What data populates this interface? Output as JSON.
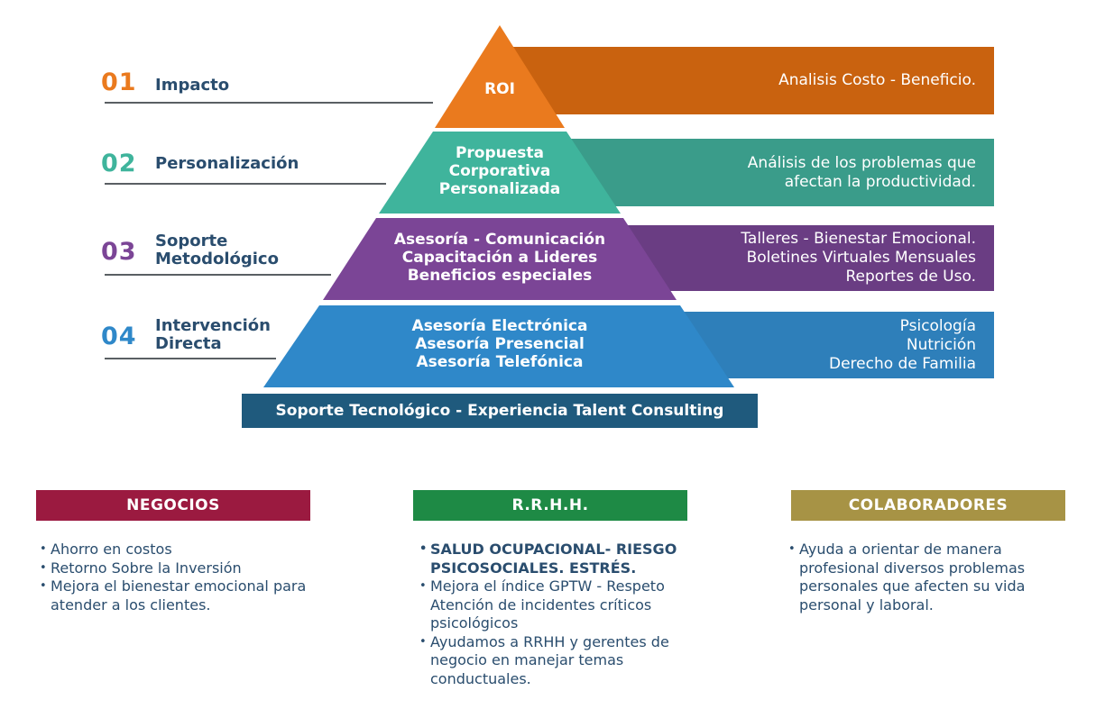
{
  "levels": [
    {
      "number": "01",
      "label": "Impacto",
      "color": "#ea7a1e",
      "band_color": "#c9620f",
      "tier_lines": [
        "ROI"
      ],
      "band_lines": [
        "Analisis Costo - Beneficio."
      ]
    },
    {
      "number": "02",
      "label": "Personalización",
      "color": "#3fb49c",
      "band_color": "#3a9c8a",
      "tier_lines": [
        "Propuesta",
        "Corporativa",
        "Personalizada"
      ],
      "band_lines": [
        "Análisis de los problemas que",
        "afectan la productividad."
      ]
    },
    {
      "number": "03",
      "label_lines": [
        "Soporte",
        "Metodológico"
      ],
      "color": "#7b4596",
      "band_color": "#6a3d83",
      "tier_lines": [
        "Asesoría - Comunicación",
        "Capacitación a Lideres",
        "Beneficios especiales"
      ],
      "band_lines": [
        "Talleres - Bienestar Emocional.",
        "Boletines Virtuales Mensuales",
        "Reportes de Uso."
      ]
    },
    {
      "number": "04",
      "label_lines": [
        "Intervención",
        "Directa"
      ],
      "color": "#2f88c9",
      "band_color": "#2e7fba",
      "tier_lines": [
        "Asesoría Electrónica",
        "Asesoría Presencial",
        "Asesoría Telefónica"
      ],
      "band_lines": [
        "Psicología",
        "Nutrición",
        "Derecho de Familia"
      ]
    }
  ],
  "base": {
    "label": "Soporte Tecnológico - Experiencia Talent Consulting",
    "color": "#1f5a7d"
  },
  "columns": [
    {
      "title": "NEGOCIOS",
      "color": "#9b1a40",
      "items": [
        {
          "text": "Ahorro en costos"
        },
        {
          "text": "Retorno Sobre la Inversión"
        },
        {
          "text": "Mejora el bienestar emocional para atender a los clientes."
        }
      ]
    },
    {
      "title": "R.R.H.H.",
      "color": "#1e8a45",
      "items": [
        {
          "text": "SALUD OCUPACIONAL- RIESGO PSICOSOCIALES.  ESTRÉS.",
          "bold": true
        },
        {
          "text": "Mejora el índice  GPTW - Respeto Atención de incidentes críticos psicológicos"
        },
        {
          "text": "Ayudamos a RRHH y  gerentes de negocio en manejar temas conductuales."
        }
      ]
    },
    {
      "title": "COLABORADORES",
      "color": "#a79345",
      "items": [
        {
          "text": "Ayuda a orientar de manera profesional diversos problemas personales que afecten su vida personal y laboral."
        }
      ]
    }
  ]
}
